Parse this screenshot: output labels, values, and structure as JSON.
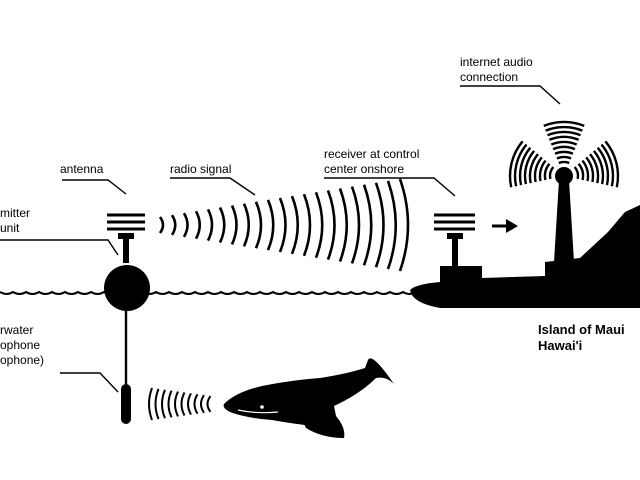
{
  "labels": {
    "antenna": "antenna",
    "radio_signal": "radio signal",
    "transmitter_line1": "mitter",
    "transmitter_line2": "unit",
    "receiver_line1": "receiver at control",
    "receiver_line2": "center onshore",
    "internet_line1": "internet audio",
    "internet_line2": "connection",
    "hydrophone_line1": "rwater",
    "hydrophone_line2": "ophone",
    "hydrophone_line3": "ophone)",
    "island_line1": "Island of Maui",
    "island_line2": "Hawai'i"
  },
  "colors": {
    "ink": "#000000",
    "background": "#ffffff"
  },
  "icons": {
    "antenna": "antenna-icon",
    "buoy": "buoy-icon",
    "hydrophone": "hydrophone-icon",
    "whale": "whale-icon",
    "receiver": "receiver-antenna-icon",
    "tower": "broadcast-tower-icon",
    "arrow": "arrow-right-icon"
  }
}
